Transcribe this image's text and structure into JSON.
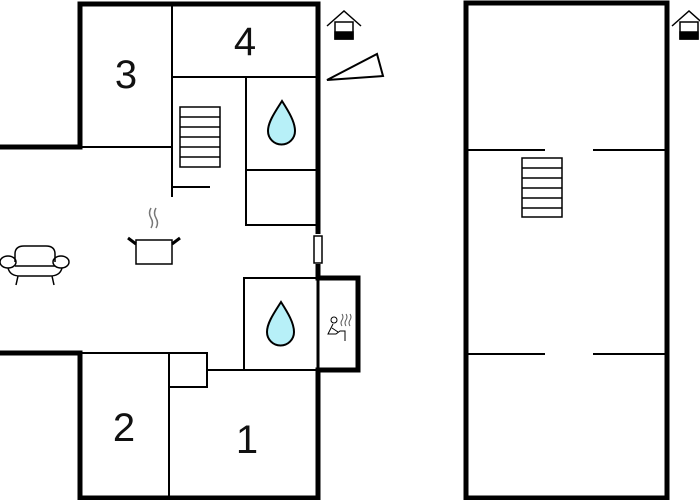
{
  "floorplan": {
    "ground_floor": {
      "rooms": [
        {
          "label": "1"
        },
        {
          "label": "2"
        },
        {
          "label": "3"
        },
        {
          "label": "4"
        }
      ],
      "icons": [
        "entrance-icon",
        "north-arrow-icon",
        "staircase-icon",
        "bathroom-icon",
        "bathroom-icon",
        "sauna-icon",
        "kitchen-icon",
        "sofa-icon"
      ]
    },
    "upper_floor": {
      "icons": [
        "staircase-icon",
        "entrance-icon"
      ]
    },
    "colors": {
      "water": "#b7f0f8",
      "wall": "#000000"
    }
  }
}
